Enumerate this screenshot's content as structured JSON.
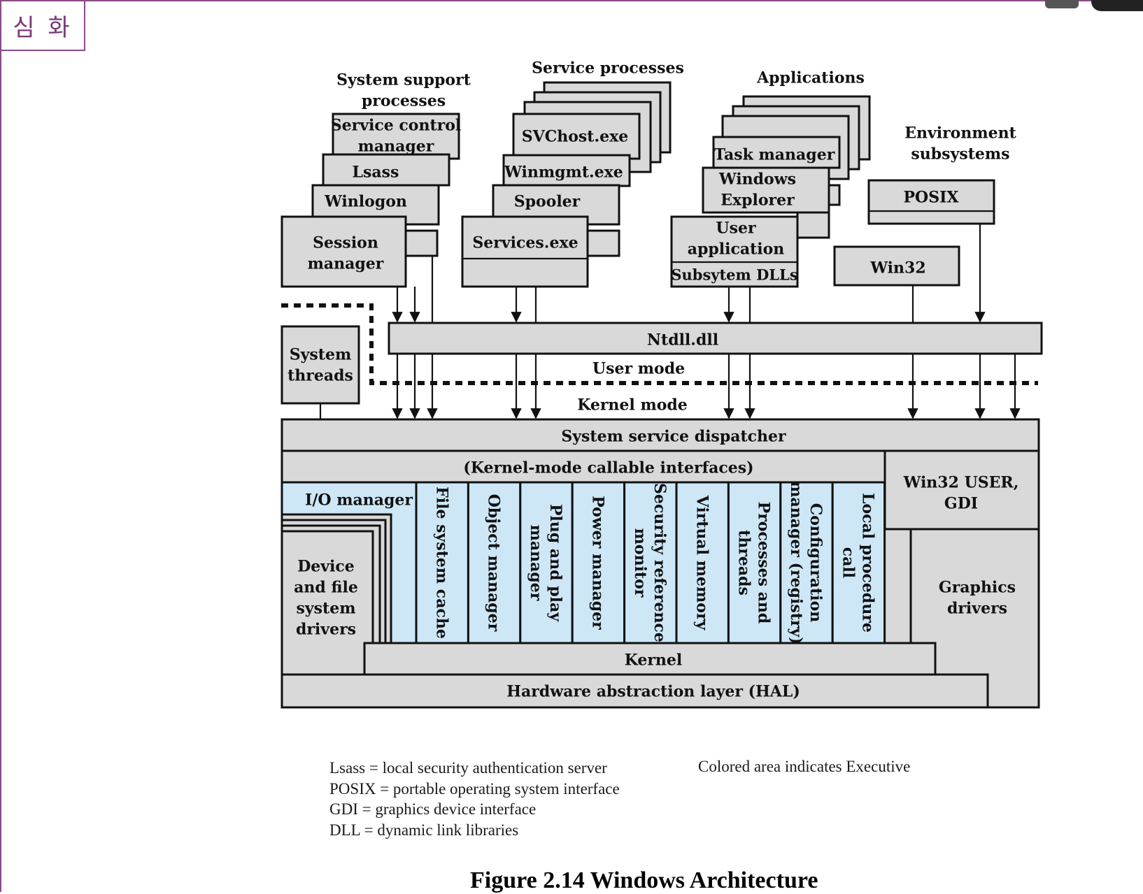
{
  "tag": "심 화",
  "groups": {
    "system_support": [
      "System support",
      "processes"
    ],
    "service_processes": "Service processes",
    "applications": "Applications",
    "environment": [
      "Environment",
      "subsystems"
    ]
  },
  "boxes": {
    "service_control_manager": [
      "Service control",
      "manager"
    ],
    "lsass": "Lsass",
    "winlogon": "Winlogon",
    "session_manager": [
      "Session",
      "manager"
    ],
    "svchost": "SVChost.exe",
    "winmgmt": "Winmgmt.exe",
    "spooler": "Spooler",
    "services": "Services.exe",
    "task_manager": "Task manager",
    "windows_explorer": [
      "Windows",
      "Explorer"
    ],
    "user_application": [
      "User",
      "application"
    ],
    "subsystem_dlls": "Subsytem DLLs",
    "posix": "POSIX",
    "win32": "Win32",
    "system_threads": [
      "System",
      "threads"
    ],
    "ntdll": "Ntdll.dll",
    "user_mode": "User mode",
    "kernel_mode": "Kernel mode",
    "dispatcher": "System service dispatcher",
    "kernel_interfaces": "(Kernel-mode callable interfaces)",
    "win32_user_gdi": [
      "Win32 USER,",
      "GDI"
    ],
    "io_manager": "I/O manager",
    "device_drivers": [
      "Device",
      "and file",
      "system",
      "drivers"
    ],
    "graphics_drivers": [
      "Graphics",
      "drivers"
    ],
    "kernel": "Kernel",
    "hal": "Hardware abstraction layer (HAL)"
  },
  "executive_columns": [
    [
      "File system cache"
    ],
    [
      "Object manager"
    ],
    [
      "Plug and play",
      "manager"
    ],
    [
      "Power manager"
    ],
    [
      "Security reference",
      "monitor"
    ],
    [
      "Virtual memory"
    ],
    [
      "Processes and",
      "threads"
    ],
    [
      "Configuration",
      "manager (registry)"
    ],
    [
      "Local procedure",
      "call"
    ]
  ],
  "legend": [
    "Lsass = local security authentication server",
    "POSIX = portable operating system interface",
    "GDI = graphics device interface",
    "DLL = dynamic link libraries"
  ],
  "legend_note": "Colored area indicates Executive",
  "caption": "Figure 2.14  Windows Architecture",
  "colors": {
    "executive": "#cde7f7",
    "box": "#d9d9d9",
    "line": "#111111",
    "accent": "#8a4a8a"
  }
}
